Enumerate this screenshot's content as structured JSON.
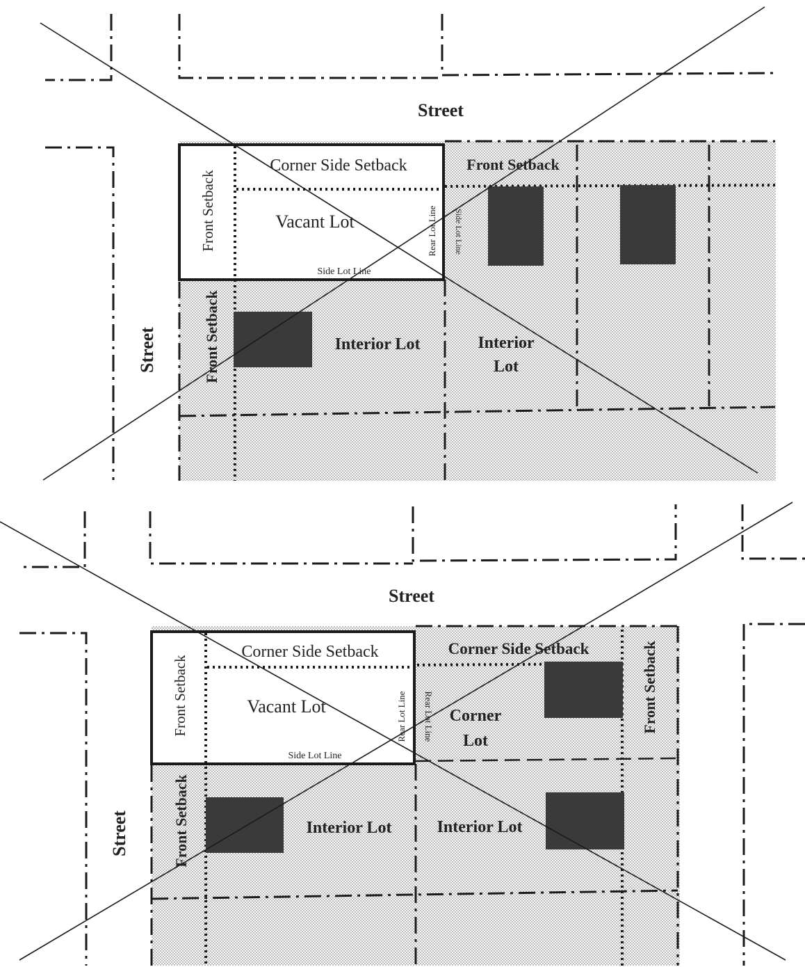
{
  "colors": {
    "ink": "#1a1a1a",
    "building": "#3a3a3a",
    "shade_dot": "#8a8a8a",
    "paper": "#ffffff"
  },
  "diagram1": {
    "street_top": "Street",
    "street_left": "Street",
    "vacant": {
      "front_setback": "Front Setback",
      "corner_side_setback": "Corner Side Setback",
      "vacant_lot": "Vacant Lot",
      "rear_lot_line": "Rear Lot Line",
      "side_lot_line": "Side Lot Line"
    },
    "front_setback_right": "Front Setback",
    "side_lot_line_vertical": "Side Lot Line",
    "front_setback_lower": "Front Setback",
    "interior_lot_1": "Interior Lot",
    "interior_lot_2": "Interior\nLot"
  },
  "diagram2": {
    "street_top": "Street",
    "street_left": "Street",
    "vacant": {
      "front_setback": "Front Setback",
      "corner_side_setback": "Corner Side Setback",
      "vacant_lot": "Vacant Lot",
      "rear_lot_line": "Rear Lot Line",
      "side_lot_line": "Side Lot Line"
    },
    "corner_side_setback_right": "Corner Side Setback",
    "rear_lot_line_vertical": "Rear Lot Line",
    "corner_lot": "Corner\nLot",
    "front_setback_right": "Front Setback",
    "front_setback_lower": "Front Setback",
    "interior_lot_1": "Interior Lot",
    "interior_lot_2": "Interior Lot"
  }
}
